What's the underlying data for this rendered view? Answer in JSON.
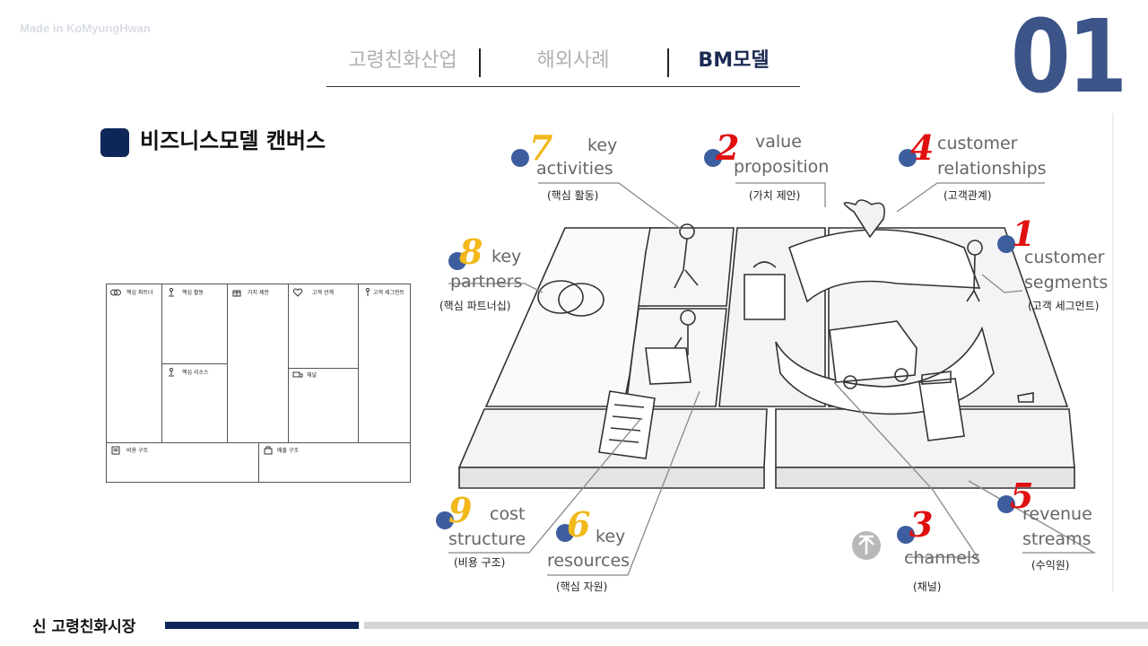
{
  "watermark": "Made in KoMyungHwan",
  "nav": {
    "tabs": [
      "고령친화산업",
      "해외사례",
      "BM모델"
    ],
    "active_index": 2
  },
  "slide_number": "01",
  "section_title": "비즈니스모델 캔버스",
  "footer": {
    "label": "신 고령친화시장"
  },
  "canvas_template": {
    "cells": [
      {
        "name": "key-partners",
        "label": "핵심 파트너"
      },
      {
        "name": "key-activities",
        "label": "핵심 활동"
      },
      {
        "name": "value-proposition",
        "label": "가치 제안"
      },
      {
        "name": "customer-relationships",
        "label": "고객 관계"
      },
      {
        "name": "customer-segments",
        "label": "고객 세그먼트"
      },
      {
        "name": "key-resources",
        "label": "핵심 리소스"
      },
      {
        "name": "channels",
        "label": "채널"
      },
      {
        "name": "cost-structure",
        "label": "비용 구조"
      },
      {
        "name": "revenue-streams",
        "label": "매출 구조"
      }
    ]
  },
  "bmc": {
    "blocks": [
      {
        "num": "7",
        "color": "yellow",
        "en": [
          "key",
          "activities"
        ],
        "ko": "(핵심 활동)"
      },
      {
        "num": "2",
        "color": "red",
        "en": [
          "value",
          "proposition"
        ],
        "ko": "(가치 제안)"
      },
      {
        "num": "4",
        "color": "red",
        "en": [
          "customer",
          "relationships"
        ],
        "ko": "(고객관계)"
      },
      {
        "num": "8",
        "color": "yellow",
        "en": [
          "key",
          "partners"
        ],
        "ko": "(핵심 파트너십)"
      },
      {
        "num": "1",
        "color": "red",
        "en": [
          "customer",
          "segments"
        ],
        "ko": "(고객 세그먼트)"
      },
      {
        "num": "9",
        "color": "yellow",
        "en": [
          "cost",
          "structure"
        ],
        "ko": "(비용 구조)"
      },
      {
        "num": "6",
        "color": "yellow",
        "en": [
          "key",
          "resources"
        ],
        "ko": "(핵심 자원)"
      },
      {
        "num": "3",
        "color": "red",
        "en": [
          "channels"
        ],
        "ko": "(채널)"
      },
      {
        "num": "5",
        "color": "red",
        "en": [
          "revenue",
          "streams"
        ],
        "ko": "(수익원)"
      }
    ]
  },
  "colors": {
    "navy": "#0f2658",
    "number": "#3c5488",
    "red": "#e01010",
    "yellow": "#f2b81b",
    "dot": "#3d5e9e"
  }
}
